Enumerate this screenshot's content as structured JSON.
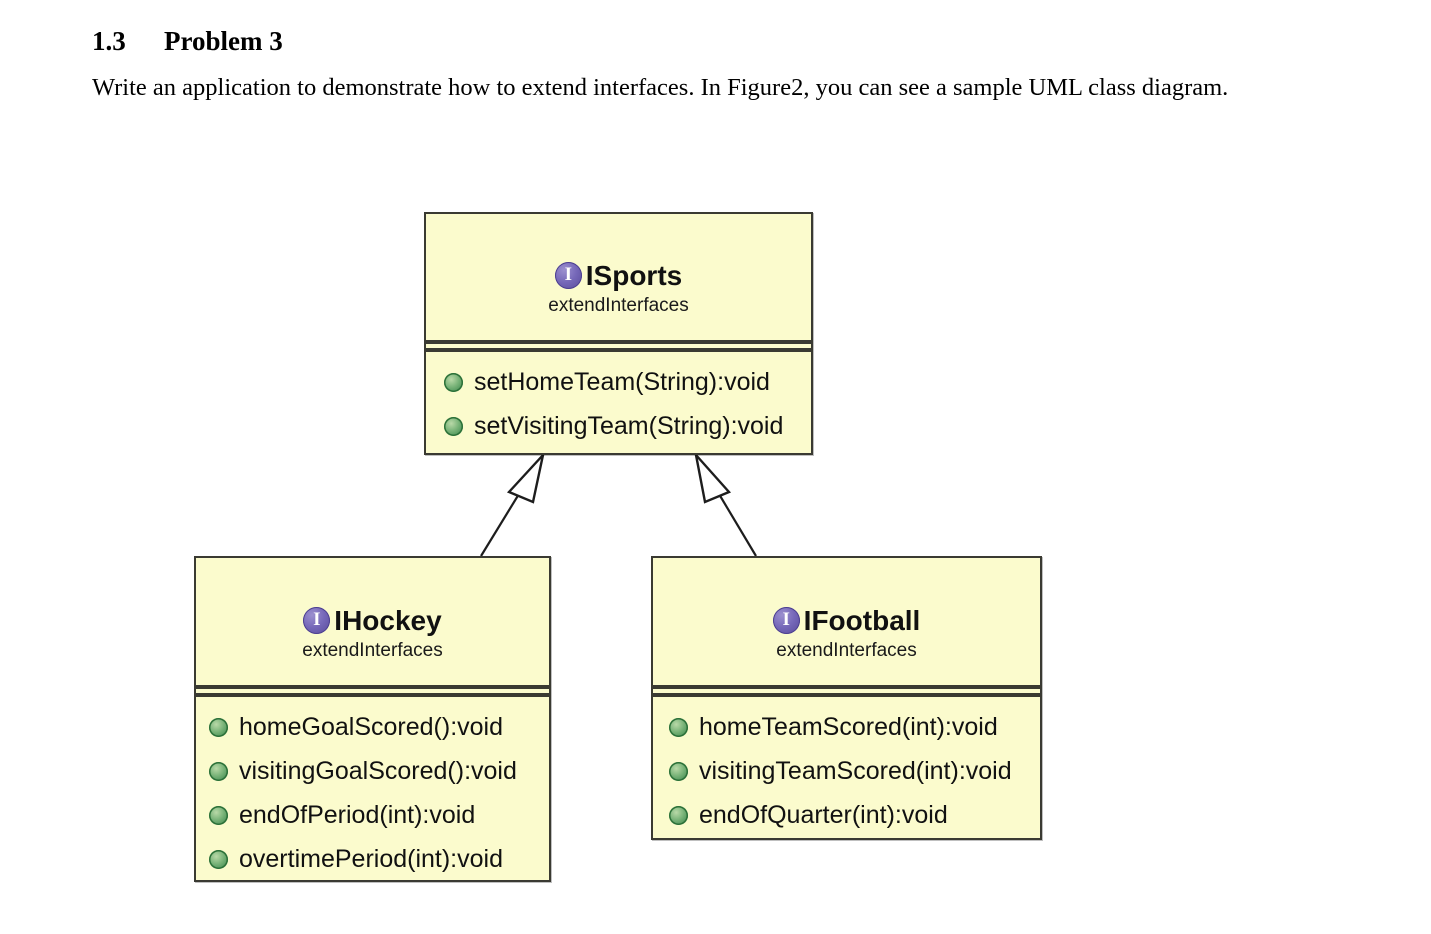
{
  "document": {
    "heading_number": "1.3",
    "heading_title": "Problem 3",
    "paragraph": "Write an application to demonstrate how to extend interfaces. In Figure2, you can see a sample UML class diagram."
  },
  "diagram": {
    "type": "uml-class-diagram",
    "relationship": "generalization",
    "colors": {
      "box_fill": "#fbfbcd",
      "box_border": "#3a3a32",
      "interface_icon": "#7567b8",
      "method_icon": "#2f7d43",
      "page_background": "#ffffff"
    },
    "classes": [
      {
        "id": "isports",
        "name": "ISports",
        "icon": "interface-icon",
        "stereotype": "extendInterfaces",
        "members": [
          {
            "visibility": "public",
            "icon": "public-method-icon",
            "signature": "setHomeTeam(String):void"
          },
          {
            "visibility": "public",
            "icon": "public-method-icon",
            "signature": "setVisitingTeam(String):void"
          }
        ]
      },
      {
        "id": "ihockey",
        "name": "IHockey",
        "icon": "interface-icon",
        "stereotype": "extendInterfaces",
        "members": [
          {
            "visibility": "public",
            "icon": "public-method-icon",
            "signature": "homeGoalScored():void"
          },
          {
            "visibility": "public",
            "icon": "public-method-icon",
            "signature": "visitingGoalScored():void"
          },
          {
            "visibility": "public",
            "icon": "public-method-icon",
            "signature": "endOfPeriod(int):void"
          },
          {
            "visibility": "public",
            "icon": "public-method-icon",
            "signature": "overtimePeriod(int):void"
          }
        ]
      },
      {
        "id": "ifootball",
        "name": "IFootball",
        "icon": "interface-icon",
        "stereotype": "extendInterfaces",
        "members": [
          {
            "visibility": "public",
            "icon": "public-method-icon",
            "signature": "homeTeamScored(int):void"
          },
          {
            "visibility": "public",
            "icon": "public-method-icon",
            "signature": "visitingTeamScored(int):void"
          },
          {
            "visibility": "public",
            "icon": "public-method-icon",
            "signature": "endOfQuarter(int):void"
          }
        ]
      }
    ],
    "edges": [
      {
        "from": "ihockey",
        "to": "isports",
        "kind": "generalization",
        "arrow": "hollow-triangle"
      },
      {
        "from": "ifootball",
        "to": "isports",
        "kind": "generalization",
        "arrow": "hollow-triangle"
      }
    ]
  }
}
